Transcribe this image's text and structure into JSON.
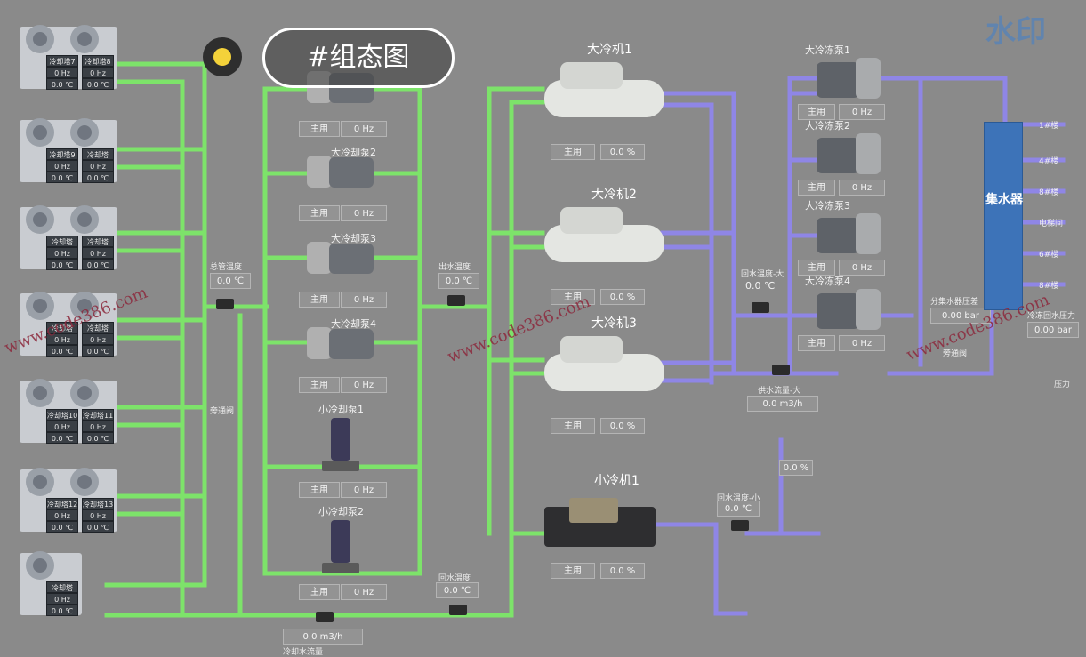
{
  "title": "#组态图",
  "logo_mark": "水印",
  "towers": [
    {
      "name_a": "冷却塔7",
      "name_b": "冷却塔8",
      "freq": "0 Hz",
      "temp": "0.0 ℃"
    },
    {
      "name_a": "冷却塔9",
      "name_b": "冷却塔",
      "freq": "0 Hz",
      "temp": "0.0 ℃"
    },
    {
      "name_a": "冷却塔",
      "name_b": "冷却塔",
      "freq": "0 Hz",
      "temp": "0.0 ℃"
    },
    {
      "name_a": "冷却塔",
      "name_b": "冷却塔",
      "freq": "0 Hz",
      "temp": "0.0 ℃"
    },
    {
      "name_a": "冷却塔10",
      "name_b": "冷却塔11",
      "freq": "0 Hz",
      "temp": "0.0 ℃"
    },
    {
      "name_a": "冷却塔12",
      "name_b": "冷却塔13",
      "freq": "0 Hz",
      "temp": "0.0 ℃"
    },
    {
      "name_a": "冷却塔",
      "name_b": "",
      "freq": "0 Hz",
      "temp": "0.0 ℃"
    }
  ],
  "cooling_pumps": [
    {
      "name": "",
      "mode": "主用",
      "freq": "0 Hz"
    },
    {
      "name": "大冷却泵2",
      "mode": "主用",
      "freq": "0 Hz"
    },
    {
      "name": "大冷却泵3",
      "mode": "主用",
      "freq": "0 Hz"
    },
    {
      "name": "大冷却泵4",
      "mode": "主用",
      "freq": "0 Hz"
    },
    {
      "name": "小冷却泵1",
      "mode": "主用",
      "freq": "0 Hz"
    },
    {
      "name": "小冷却泵2",
      "mode": "主用",
      "freq": "0 Hz"
    }
  ],
  "chillers": [
    {
      "name": "大冷机1",
      "mode": "主用",
      "load": "0.0 %"
    },
    {
      "name": "大冷机2",
      "mode": "主用",
      "load": "0.0 %"
    },
    {
      "name": "大冷机3",
      "mode": "主用",
      "load": "0.0 %"
    },
    {
      "name": "小冷机1",
      "mode": "主用",
      "load": "0.0 %"
    }
  ],
  "chilled_pumps": [
    {
      "name": "大冷冻泵1",
      "mode": "主用",
      "freq": "0 Hz"
    },
    {
      "name": "大冷冻泵2",
      "mode": "主用",
      "freq": "0 Hz"
    },
    {
      "name": "大冷冻泵3",
      "mode": "主用",
      "freq": "0 Hz"
    },
    {
      "name": "大冷冻泵4",
      "mode": "主用",
      "freq": "0 Hz"
    }
  ],
  "sensors": {
    "cw_return_label": "总管温度",
    "cw_return_value": "0.0 ℃",
    "bypass_label": "旁通阀",
    "bypass_value": "",
    "cw_supply_label": "出水温度",
    "cw_supply_value": "0.0 ℃",
    "cw_ret2_label": "回水温度",
    "cw_ret2_value": "0.0 ℃",
    "cw_flow_value": "0.0 m3/h",
    "cw_flow_label": "冷却水流量",
    "chw_return_label": "回水温度-大",
    "chw_return_value": "0.0 ℃",
    "chw_flow_label": "供水流量-大",
    "chw_flow_value": "0.0 m3/h",
    "small_return_label": "回水温度-小",
    "small_return_value": "0.0 ℃",
    "valve_value": "0.0 %",
    "sep_pressure_label": "分集水器压差",
    "sep_pressure_value": "0.00 bar",
    "return_pressure_label": "冷冻回水压力",
    "return_pressure_value": "0.00 bar",
    "bypass2_label": "旁通阀",
    "pressure_label": "压力"
  },
  "collector_label": "集水器",
  "branches": [
    "1#楼",
    "4#楼",
    "8#楼",
    "电梯间",
    "6#楼",
    "8#楼"
  ],
  "watermark_text": "www.code386.com",
  "colors": {
    "green_pipe": "#7de36a",
    "purple_pipe": "#8f86e6",
    "collector": "#3d73b8"
  }
}
